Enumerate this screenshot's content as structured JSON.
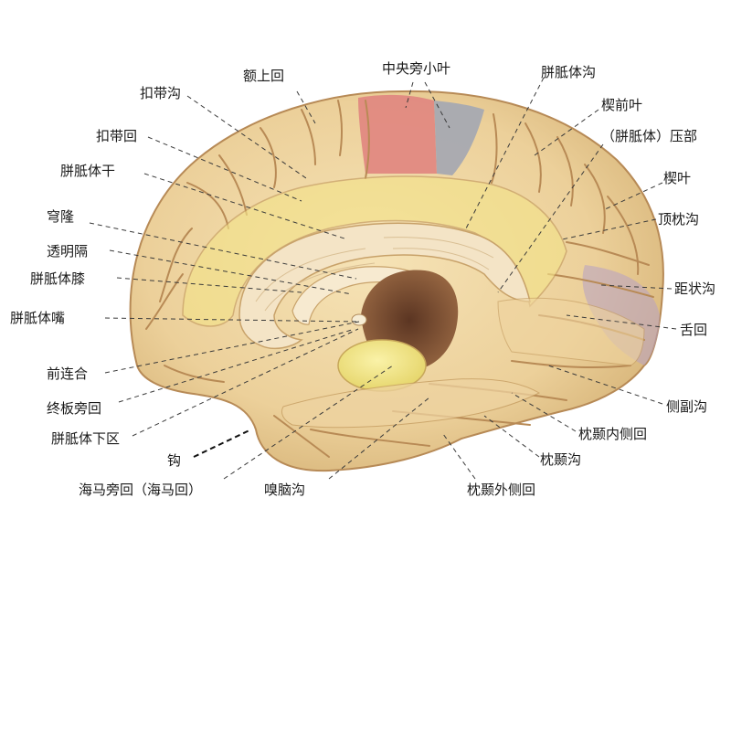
{
  "figure": {
    "labels": {
      "e_shang_hui": "额上回",
      "zhongyang_pang_xiaoye": "中央旁小叶",
      "pianzhiti_gou": "胼胝体沟",
      "kou_dai_gou": "扣带沟",
      "xie_qian_ye": "楔前叶",
      "kou_dai_hui": "扣带回",
      "pianzhiti_ya_bu": "（胼胝体）压部",
      "pianzhiti_gan": "胼胝体干",
      "xie_ye": "楔叶",
      "qiong_long": "穹隆",
      "ding_zhen_gou": "顶枕沟",
      "touming_ge": "透明隔",
      "pianzhiti_xi": "胼胝体膝",
      "ju_zhuang_gou": "距状沟",
      "pianzhiti_zui": "胼胝体嘴",
      "she_hui": "舌回",
      "qian_lian_he": "前连合",
      "ce_fu_gou": "侧副沟",
      "zhongban_pang_hui": "终板旁回",
      "zhen_nie_nei_ce_hui": "枕颞内侧回",
      "pianzhiti_xia_qu": "胼胝体下区",
      "zhen_nie_gou": "枕颞沟",
      "gou": "钩",
      "haima_pang_hui": "海马旁回（海马回）",
      "xiu_nao_gou": "嗅脑沟",
      "zhen_nie_wai_ce_hui": "枕颞外侧回"
    },
    "colors": {
      "cortex": "#f1d9a4",
      "sulcus": "#b88a55",
      "corpus_callosum": "#f4e4c6",
      "highlight_yellow": "#f3e27a",
      "paracentral_red": "#e0857f",
      "paracentral_gray": "#a6a9b1",
      "occipital_purple": "#b7a1c4",
      "ventricle": "#7a4f32"
    }
  }
}
